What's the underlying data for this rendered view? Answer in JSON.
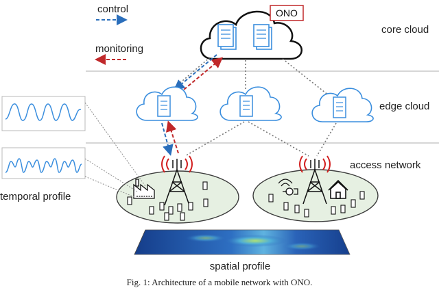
{
  "legend": {
    "control_label": "control",
    "monitoring_label": "monitoring",
    "control_color": "#2a6ebb",
    "monitoring_color": "#c0282a"
  },
  "tiers": {
    "core": "core cloud",
    "edge": "edge cloud",
    "access": "access network"
  },
  "core_cloud": {
    "orchestrator_label": "ONO"
  },
  "profiles": {
    "temporal_label": "temporal profile",
    "spatial_label": "spatial profile"
  },
  "caption": "Fig. 1: Architecture of a mobile network with ONO.",
  "colors": {
    "cloud_stroke": "#3a8ede",
    "cell_fill": "#e6f0e2",
    "cell_stroke": "#3c3c3c",
    "tier_divider": "#bdbdbd",
    "heatmap": "#1f4fa0"
  }
}
